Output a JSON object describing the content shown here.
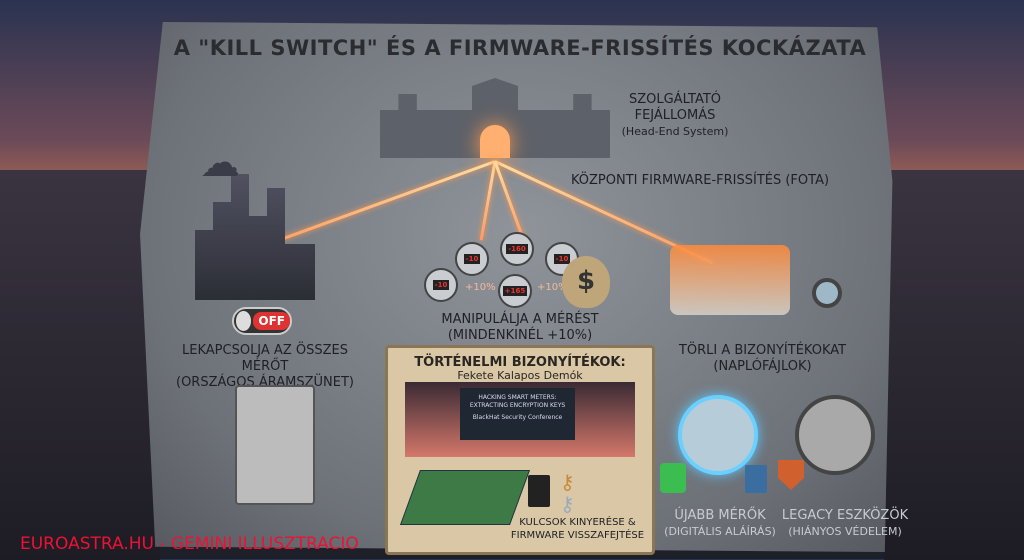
{
  "title": "A \"KILL SWITCH\" ÉS A FIRMWARE-FRISSÍTÉS KOCKÁZATA",
  "head_end": {
    "title": "SZOLGÁLTATÓ FEJÁLLOMÁS",
    "subtitle": "(Head-End System)"
  },
  "fota": "KÖZPONTI FIRMWARE-FRISSÍTÉS (FOTA)",
  "kill": {
    "switch_label": "OFF",
    "line1": "LEKAPCSOLJA AZ ÖSSZES MÉRŐT",
    "line2": "(ORSZÁGOS ÁRAMSZÜNET)"
  },
  "manipulate": {
    "line1": "MANIPULÁLJA A MÉRÉST",
    "line2": "(MINDENKINÉL +10%)",
    "pct": "+10%",
    "money": "$"
  },
  "delete": {
    "line1": "TÖRLI A BIZONYÍTÉKOKAT",
    "line2": "(NAPLÓFÁJLOK)"
  },
  "history": {
    "title": "TÖRTÉNELMI BIZONYÍTÉKOK:",
    "subtitle": "Fekete Kalapos Demók",
    "screen1": "HACKING SMART METERS:",
    "screen2": "EXTRACTING ENCRYPTION KEYS",
    "screen3": "BlackHat Security Conference",
    "caption1": "KULCSOK KINYERÉSE &",
    "caption2": "FIRMWARE VISSZAFEJTÉSE"
  },
  "newer": {
    "line1": "ÚJABB MÉRŐK",
    "line2": "(DIGITÁLIS ALÁÍRÁS)"
  },
  "legacy": {
    "line1": "LEGACY ESZKÖZÖK",
    "line2": "(HIÁNYOS VÉDELEM)"
  },
  "watermark": "EUROASTRA.HU - GEMINI ILLUSZTRACIO"
}
